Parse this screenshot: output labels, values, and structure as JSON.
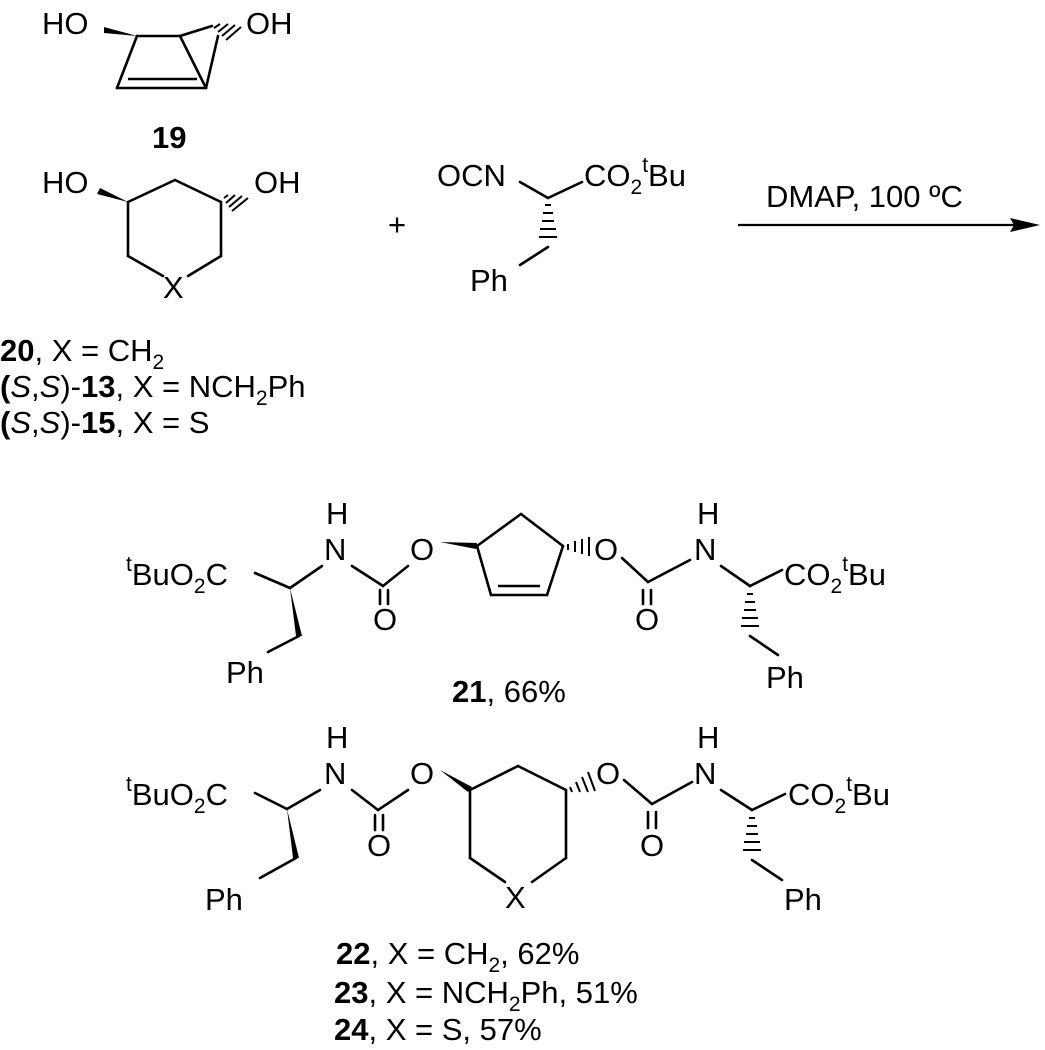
{
  "compounds": {
    "c19": {
      "number": "19",
      "hydroxyl_left": "HO",
      "hydroxyl_right": "OH"
    },
    "c20": {
      "hydroxyl_left": "HO",
      "hydroxyl_right": "OH",
      "ring_atom": "X",
      "captions": [
        {
          "prefix": "",
          "number": "20",
          "text": ", X = CH",
          "sub": "2",
          "rest": ""
        },
        {
          "prefix": "(S,S)-",
          "number": "13",
          "text": ", X = NCH",
          "sub": "2",
          "rest": "Ph"
        },
        {
          "prefix": "(S,S)-",
          "number": "15",
          "text": ", X = S",
          "sub": "",
          "rest": ""
        }
      ]
    },
    "isocyanate": {
      "ocn": "OCN",
      "ester": "CO",
      "ester_sub": "2",
      "ester_sup": "t",
      "ester_tail": "Bu",
      "ph": "Ph"
    },
    "c21": {
      "number": "21",
      "yield": ", 66%"
    },
    "c22_24": {
      "captions": [
        {
          "number": "22",
          "text": ", X = CH",
          "sub": "2",
          "rest": ", 62%"
        },
        {
          "number": "23",
          "text": ", X = NCH",
          "sub": "2",
          "rest": "Ph, 51%"
        },
        {
          "number": "24",
          "text": ", X = S",
          "sub": "",
          "rest": ", 57%"
        }
      ]
    }
  },
  "plus": "+",
  "reaction": {
    "conditions": "DMAP, 100 ºC"
  },
  "labels": {
    "O": "O",
    "H": "H",
    "N": "N",
    "X": "X",
    "Ph": "Ph",
    "tBu_sup": "t",
    "BuO": "BuO",
    "sub2": "2",
    "C": "C",
    "CO": "CO",
    "Bu": "Bu"
  }
}
